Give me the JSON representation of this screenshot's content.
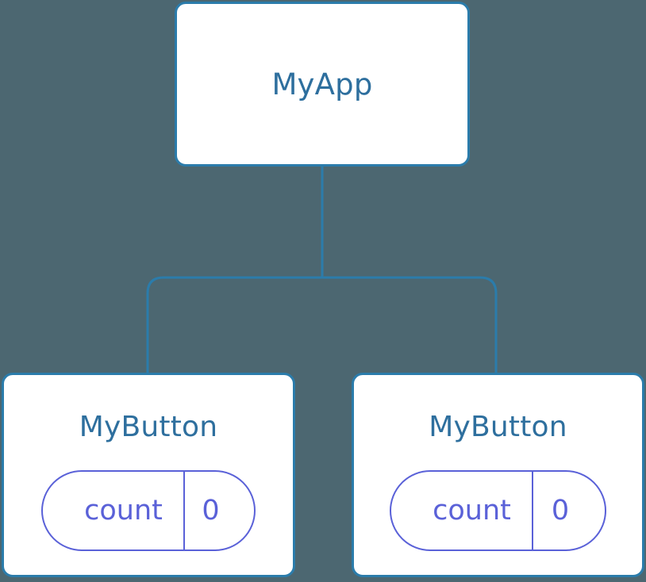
{
  "diagram": {
    "kind": "component-tree",
    "background_color": "#4c6771",
    "node_border_color": "#2b7cab",
    "node_title_color": "#2e6f9e",
    "pill_color": "#5a61d8",
    "connector_color": "#2b7cab"
  },
  "root": {
    "title": "MyApp"
  },
  "children": [
    {
      "title": "MyButton",
      "state": {
        "key": "count",
        "value": "0"
      }
    },
    {
      "title": "MyButton",
      "state": {
        "key": "count",
        "value": "0"
      }
    }
  ]
}
